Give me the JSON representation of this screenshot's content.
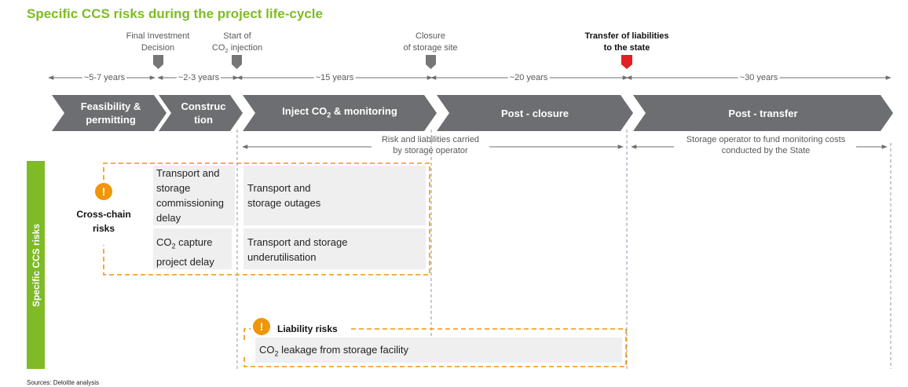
{
  "title": "Specific CCS risks during the project life-cycle",
  "milestones": [
    {
      "line1": "Final Investment",
      "line2": "Decision"
    },
    {
      "line1": "Start of",
      "line2": "injection",
      "co2_prefix": "CO"
    },
    {
      "line1": "Closure",
      "line2": "of storage site"
    },
    {
      "line1": "Transfer of liabilities",
      "line2": "to the state"
    }
  ],
  "durations": [
    "~5-7 years",
    "~2-3 years",
    "~15 years",
    "~20 years",
    "~30 years"
  ],
  "phases": [
    {
      "line1": "Feasibility &",
      "line2": "permitting"
    },
    {
      "line1": "Construc",
      "line2": "tion"
    },
    {
      "label": "Inject CO",
      "label_suffix": " & monitoring"
    },
    {
      "label": "Post - closure"
    },
    {
      "label": "Post - transfer"
    }
  ],
  "notes": {
    "operator": {
      "line1": "Risk and liabilities carried",
      "line2": "by storage operator"
    },
    "state": {
      "line1": "Storage operator to fund monitoring costs",
      "line2": "conducted by the State"
    }
  },
  "sidebar_label": "Specific CCS risks",
  "cross_chain": {
    "icon": "warning-icon",
    "icon_glyph": "!",
    "heading_line1": "Cross-chain",
    "heading_line2": "risks",
    "items": {
      "t_s_commissioning": "Transport and storage commissioning delay",
      "capture_delay_prefix": "CO",
      "capture_delay_suffix": " capture project delay",
      "t_s_outages": "Transport and storage outages",
      "t_s_underutilisation": "Transport and storage underutilisation"
    }
  },
  "liability": {
    "icon": "warning-icon",
    "icon_glyph": "!",
    "heading": "Liability risks",
    "item_prefix": "CO",
    "item_suffix": " leakage from storage facility"
  },
  "source": "Sources: Deloitte analysis",
  "colors": {
    "green": "#7fba27",
    "chevron": "#6d6e71",
    "marker": "#767676",
    "marker_red": "#e01f26",
    "orange": "#f0960a"
  }
}
